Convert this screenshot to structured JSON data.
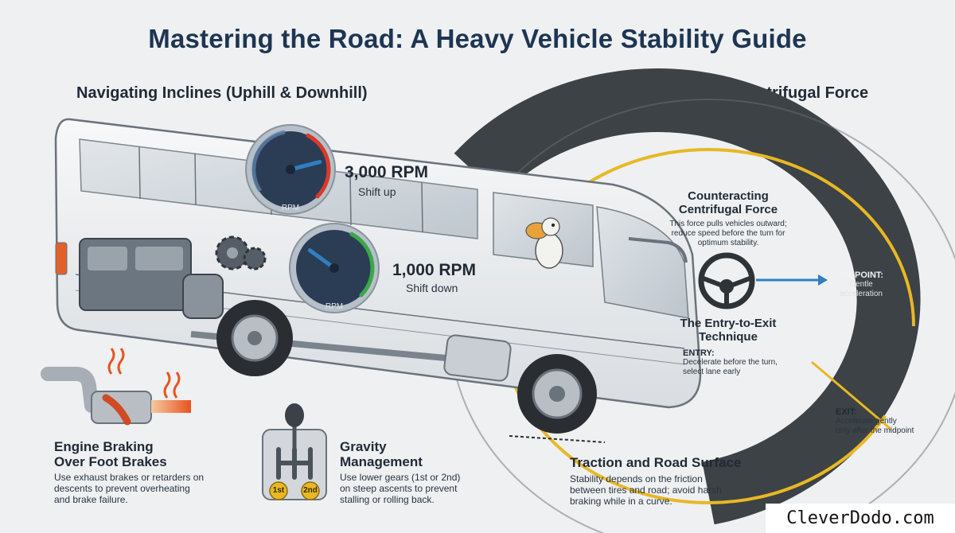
{
  "title": "Mastering the Road: A Heavy Vehicle Stability Guide",
  "sections": {
    "inclines": "Navigating Inclines (Uphill & Downhill)",
    "curves": "Mastering Curves and Centrifugal Force"
  },
  "gauges": [
    {
      "label": "RPM",
      "reading": "3,000 RPM",
      "action": "Shift up",
      "color": "#d93a2b",
      "level": 0.78
    },
    {
      "label": "RPM",
      "reading": "1,000 RPM",
      "action": "Shift down",
      "color": "#3aa849",
      "level": 0.3
    }
  ],
  "curve": {
    "centrifugal_title_1": "Counteracting",
    "centrifugal_title_2": "Centrifugal Force",
    "centrifugal_body_1": "This force pulls vehicles outward;",
    "centrifugal_body_2": "reduce speed before the turn for",
    "centrifugal_body_3": "optimum stability.",
    "technique_title_1": "The Entry-to-Exit",
    "technique_title_2": "Technique",
    "entry_label": "ENTRY:",
    "entry_body_1": "Decelerate before the turn,",
    "entry_body_2": "select lane early",
    "midpoint_label": "MIDPOINT:",
    "midpoint_body_1": "Gentle",
    "midpoint_body_2": "acceleration",
    "exit_label": "EXIT:",
    "exit_body_1": "Accelerate gently",
    "exit_body_2": "only after the midpoint"
  },
  "bottom": {
    "engine_braking": {
      "title_1": "Engine Braking",
      "title_2": "Over Foot Brakes",
      "body_1": "Use exhaust brakes or retarders on",
      "body_2": "descents to prevent overheating",
      "body_3": "and brake failure."
    },
    "gravity": {
      "title_1": "Gravity",
      "title_2": "Management",
      "body_1": "Use lower gears (1st or 2nd)",
      "body_2": "on steep ascents to prevent",
      "body_3": "stalling or rolling back.",
      "gear_1": "1st",
      "gear_2": "2nd"
    },
    "traction": {
      "title": "Traction and Road Surface",
      "body_1": "Stability depends on the friction",
      "body_2": "between tires and road; avoid harsh",
      "body_3": "braking while in a curve."
    }
  },
  "watermark": "CleverDodo.com",
  "colors": {
    "title": "#1e3552",
    "road": "#3d4246",
    "road_line": "#e8b824",
    "arrow": "#2f7fc1",
    "needle": "#2f7fc1",
    "gauge_face": "#2b3d55"
  }
}
